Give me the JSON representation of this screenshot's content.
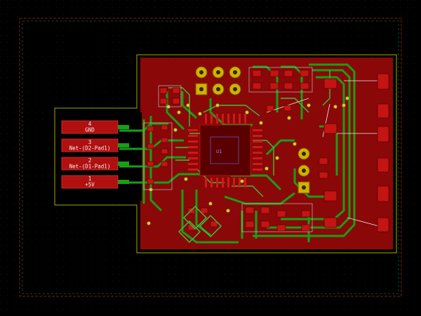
{
  "colors": {
    "background": "#000000",
    "copper_front": "#8c0a0a",
    "copper_fill": "#7a0000",
    "trace_green": "#14a014",
    "trace_light": "#48c048",
    "silkscreen": "#d8d8d8",
    "outline": "#c8c800",
    "pad_gold": "#d4b000",
    "via_ring": "#888888",
    "dark_green_border": "#1e4a1e",
    "grid_dot": "#1a1a1a"
  },
  "connector": {
    "pins": [
      {
        "number": "4",
        "net": "GND"
      },
      {
        "number": "3",
        "net": "Net-(D2-Pad1)"
      },
      {
        "number": "2",
        "net": "Net-(D1-Pad1)"
      },
      {
        "number": "1",
        "net": "+5V"
      }
    ]
  },
  "header_icons": {
    "upper": "pin-header-2x3-icon",
    "right": "pin-header-1x3-icon"
  },
  "component_refs": {
    "u1": "U1"
  }
}
